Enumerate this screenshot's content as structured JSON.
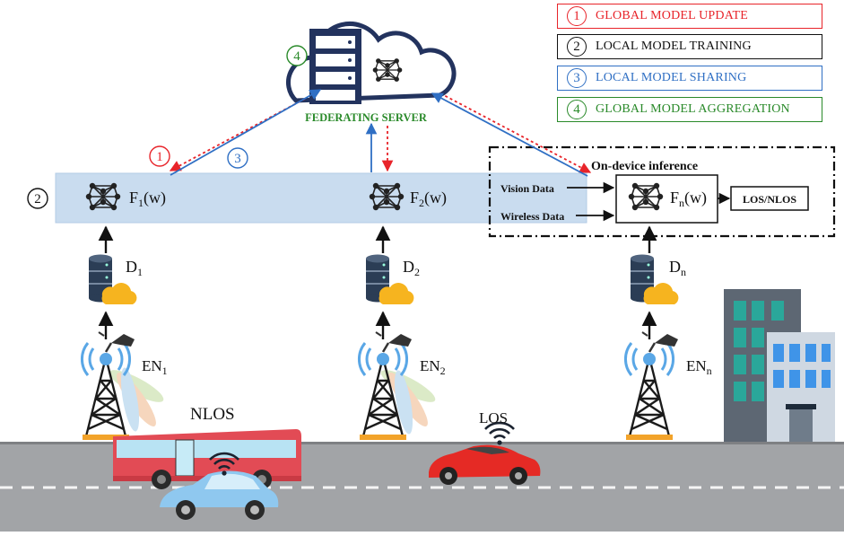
{
  "colors": {
    "red": "#e8242a",
    "black": "#111111",
    "blue": "#2f6fc4",
    "green": "#2a8a2a",
    "band": "#c7dcf1",
    "road": "#9fa1a4",
    "server_navy": "#23335e"
  },
  "legend": [
    {
      "num": "1",
      "label": "GLOBAL MODEL UPDATE",
      "color": "#e8242a"
    },
    {
      "num": "2",
      "label": "LOCAL MODEL TRAINING",
      "color": "#111111"
    },
    {
      "num": "3",
      "label": "LOCAL MODEL SHARING",
      "color": "#2f6fc4"
    },
    {
      "num": "4",
      "label": "GLOBAL MODEL AGGREGATION",
      "color": "#2a8a2a"
    }
  ],
  "server": {
    "label": "FEDERATING SERVER",
    "step": "4",
    "icon": "cloud-server-icon"
  },
  "steps": {
    "global_update": "1",
    "local_training": "2",
    "local_sharing": "3"
  },
  "models": [
    {
      "name": "F",
      "sub": "1",
      "arg": "(w)"
    },
    {
      "name": "F",
      "sub": "2",
      "arg": "(w)"
    },
    {
      "name": "F",
      "sub": "n",
      "arg": "(w)"
    }
  ],
  "datasets": [
    {
      "name": "D",
      "sub": "1"
    },
    {
      "name": "D",
      "sub": "2"
    },
    {
      "name": "D",
      "sub": "n"
    }
  ],
  "edge_nodes": [
    {
      "name": "EN",
      "sub": "1"
    },
    {
      "name": "EN",
      "sub": "2"
    },
    {
      "name": "EN",
      "sub": "n"
    }
  ],
  "inference": {
    "title": "On-device inference",
    "vision": "Vision Data",
    "wireless": "Wireless Data",
    "output": "LOS/NLOS"
  },
  "scene": {
    "nlos": "NLOS",
    "los": "LOS"
  }
}
